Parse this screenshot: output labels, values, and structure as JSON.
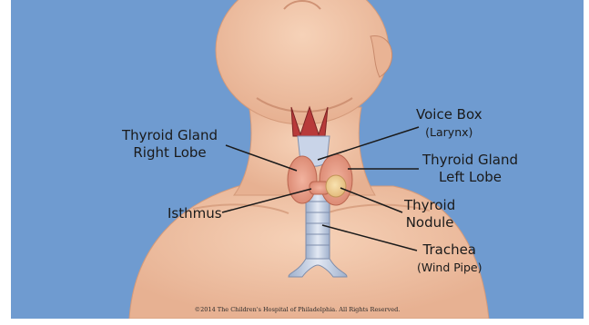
{
  "labels": {
    "voice_box": {
      "line1": "Voice Box",
      "line2": "(Larynx)"
    },
    "thyroid_right": {
      "line1": "Thyroid Gland",
      "line2": "Right Lobe"
    },
    "thyroid_left": {
      "line1": "Thyroid Gland",
      "line2": "Left Lobe"
    },
    "isthmus": {
      "line1": "Isthmus"
    },
    "nodule": {
      "line1": "Thyroid",
      "line2": "Nodule"
    },
    "trachea": {
      "line1": "Trachea",
      "line2": "(Wind Pipe)"
    }
  },
  "copyright": "©2014 The Children's Hospital of Philadelphia. All Rights Reserved.",
  "colors": {
    "background": "#6f9bd0",
    "skin": "#f2c4a6",
    "skin_shadow": "#dca687",
    "thyroid": "#e89c86",
    "nodule": "#f1d49a",
    "cartilage": "#c9d4e8",
    "muscle": "#b83a3a",
    "leader_line": "#1a1a1a"
  }
}
